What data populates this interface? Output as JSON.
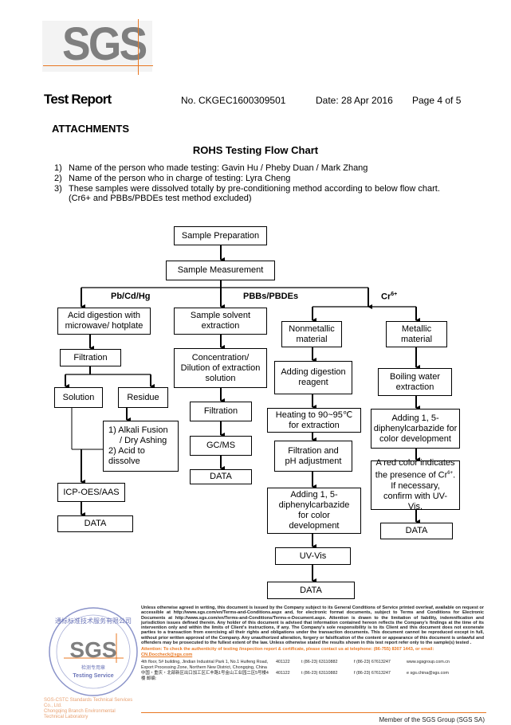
{
  "logo": {
    "text": "SGS",
    "brand_color": "#e87722",
    "logo_gray": "#7f7f7f"
  },
  "header": {
    "title": "Test Report",
    "report_no": "No. CKGEC1600309501",
    "date": "Date: 28 Apr 2016",
    "page": "Page 4 of 5"
  },
  "section": "ATTACHMENTS",
  "chart_title": "ROHS Testing Flow Chart",
  "notes": [
    {
      "num": "1)",
      "text": "Name of the person who made testing: Gavin Hu / Pheby Duan / Mark Zhang"
    },
    {
      "num": "2)",
      "text": "Name of the person who in charge of testing: Lyra Cheng"
    },
    {
      "num": "3)",
      "text": "These samples were dissolved totally by pre-conditioning method according to below flow chart.",
      "cont": "(Cr6+ and PBBs/PBDEs test method excluded)"
    }
  ],
  "flow": {
    "sample_prep": "Sample Preparation",
    "sample_meas": "Sample Measurement",
    "branch_labels": {
      "pb": "Pb/Cd/Hg",
      "pbb": "PBBs/PBDEs",
      "cr": "Cr",
      "cr_sup": "6+"
    },
    "pb": {
      "acid": "Acid digestion with microwave/ hotplate",
      "filtration": "Filtration",
      "solution": "Solution",
      "residue": "Residue",
      "alkali_1": "1) Alkali Fusion",
      "alkali_2": "/ Dry Ashing",
      "alkali_3": "2) Acid to",
      "alkali_4": "dissolve",
      "icp": "ICP-OES/AAS",
      "data": "DATA"
    },
    "pbb": {
      "solvent": "Sample solvent extraction",
      "concentration": "Concentration/ Dilution of extraction solution",
      "filtration": "Filtration",
      "gcms": "GC/MS",
      "data": "DATA"
    },
    "cr_nonmetal": {
      "material": "Nonmetallic material",
      "digestion": "Adding digestion reagent",
      "heating": "Heating to 90~95℃ for extraction",
      "filtration": "Filtration and pH adjustment",
      "adding": "Adding 1, 5-diphenylcarbazide for color development",
      "uvvis": "UV-Vis",
      "data": "DATA"
    },
    "cr_metal": {
      "material": "Metallic material",
      "boiling": "Boiling water extraction",
      "adding": "Adding 1, 5-diphenylcarbazide for color development",
      "red_1": "A red color indicates",
      "red_2": "the presence of Cr",
      "red_sup": "6+",
      "red_3": ".",
      "red_4": "If necessary, confirm with UV-Vis.",
      "data": "DATA"
    }
  },
  "footer": {
    "disclaimer": "Unless otherwise agreed in writing, this document is issued by the Company subject to its General Conditions of Service printed overleaf, available on request or accessible at http://www.sgs.com/en/Terms-and-Conditions.aspx and, for electronic format documents, subject to Terms and Conditions for Electronic Documents at http://www.sgs.com/en/Terms-and-Conditions/Terms-e-Document.aspx. Attention is drawn to the limitation of liability, indemnification and jurisdiction issues defined therein. Any holder of this document is advised that information contained hereon reflects the Company's findings at the time of its intervention only and within the limits of Client's instructions, if any. The Company's sole responsibility is to its Client and this document does not exonerate parties to a transaction from exercising all their rights and obligations under the transaction documents. This document cannot be reproduced except in full, without prior written approval of the Company. Any unauthorized alteration, forgery or falsification of the content or appearance of this document is unlawful and offenders may be prosecuted to the fullest extent of the law. Unless otherwise stated the results shown in this test report refer only to the sample(s) tested .",
    "attention": "Attention: To check the authenticity of testing /inspection report & certificate, please contact us at telephone: (86-755) 8307 1443, or email: ",
    "attention_email": "CN.Doccheck@sgs.com",
    "address_en": "4th floor, 5# building, Jindian Industrial Park 1, No.1 Huifeng Road, Export Processing Zone, Northern New District, Chongqing, China",
    "address_cn": "中国・重庆・北部新区出口加工区汇丰路1号金山工业园二区5号楼4楼 邮编:",
    "postcode": "401122",
    "tel": "t (86-23) 63110882",
    "fax": "f (86-23) 67613247",
    "web": "www.sgsgroup.com.cn",
    "email": "e sgs.china@sgs.com",
    "member": "Member of the SGS Group (SGS SA)",
    "stamp": {
      "top_text": "通标标准技术服务有限公司",
      "logo": "SGS",
      "cn_label": "检测专用章",
      "en_label": "Testing Service",
      "company_1": "SGS-CSTC Standards Technical Services Co., Ltd.",
      "company_2": "Chongqing Branch Environmental Technical Laboratory"
    }
  }
}
